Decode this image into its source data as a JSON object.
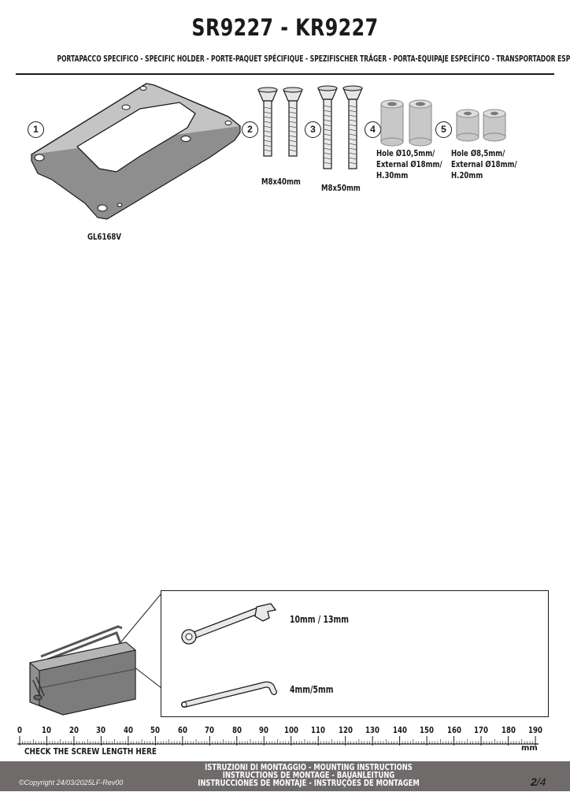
{
  "header": {
    "title": "SR9227 - KR9227",
    "subtitle": "PORTAPACCO SPECIFICO - SPECIFIC HOLDER - PORTE-PAQUET SPÉCIFIQUE - SPEZIFISCHER TRÄGER - PORTA-EQUIPAJE ESPECÍFICO - TRANSPORTADOR ESPECÍFICO"
  },
  "parts": [
    {
      "number": "1",
      "label": "GL6168V"
    },
    {
      "number": "2",
      "label": "M8x40mm"
    },
    {
      "number": "3",
      "label": "M8x50mm"
    },
    {
      "number": "4",
      "label_lines": [
        "Hole Ø10,5mm/",
        "External Ø18mm/",
        "H.30mm"
      ]
    },
    {
      "number": "5",
      "label_lines": [
        "Hole Ø8,5mm/",
        "External Ø18mm/",
        "H.20mm"
      ]
    }
  ],
  "tools": [
    {
      "icon": "combination-wrench-icon",
      "label": "10mm /  13mm"
    },
    {
      "icon": "allen-key-icon",
      "label": "4mm/5mm"
    }
  ],
  "ruler": {
    "ticks": [
      "0",
      "10",
      "20",
      "30",
      "40",
      "50",
      "60",
      "70",
      "80",
      "90",
      "100",
      "110",
      "120",
      "130",
      "140",
      "150",
      "160",
      "170",
      "180",
      "190"
    ],
    "unit": "mm",
    "caption": "CHECK THE SCREW LENGTH HERE"
  },
  "footer": {
    "lines": [
      "ISTRUZIONI DI MONTAGGIO  -  MOUNTING INSTRUCTIONS",
      "INSTRUCTIONS DE MONTAGE - BAUANLEITUNG",
      "INSTRUCCIONES DE MONTAJE - INSTRUÇÕES DE MONTAGEM"
    ],
    "copyright": "©Copyright 24/03/2025LF-Rev00",
    "page_current": "2",
    "page_total": "/4"
  },
  "colors": {
    "ink": "#1a1a1a",
    "footer_bg": "#6f6b6a",
    "part_gray": "#b9b9b9",
    "spacer_gray": "#c8c8c8"
  }
}
